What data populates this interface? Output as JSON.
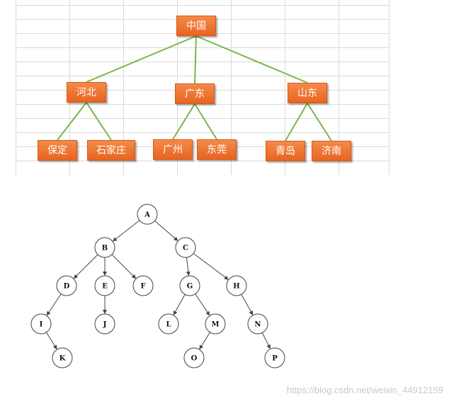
{
  "org_chart": {
    "root": "中国",
    "provinces": [
      {
        "name": "河北",
        "cities": [
          "保定",
          "石家庄"
        ]
      },
      {
        "name": "广东",
        "cities": [
          "广州",
          "东莞"
        ]
      },
      {
        "name": "山东",
        "cities": [
          "青岛",
          "济南"
        ]
      }
    ],
    "line_color": "#7ab648",
    "box_color": "#ee7431"
  },
  "binary_tree": {
    "nodes": [
      "A",
      "B",
      "C",
      "D",
      "E",
      "F",
      "G",
      "H",
      "I",
      "J",
      "K",
      "L",
      "M",
      "N",
      "O",
      "P"
    ],
    "edges": [
      [
        "A",
        "B"
      ],
      [
        "A",
        "C"
      ],
      [
        "B",
        "D"
      ],
      [
        "B",
        "E"
      ],
      [
        "B",
        "F"
      ],
      [
        "C",
        "G"
      ],
      [
        "C",
        "H"
      ],
      [
        "D",
        "I"
      ],
      [
        "E",
        "J"
      ],
      [
        "G",
        "L"
      ],
      [
        "G",
        "M"
      ],
      [
        "H",
        "N"
      ],
      [
        "I",
        "K"
      ],
      [
        "M",
        "O"
      ],
      [
        "N",
        "P"
      ]
    ]
  },
  "watermark": "https://blog.csdn.net/weixin_44912159"
}
